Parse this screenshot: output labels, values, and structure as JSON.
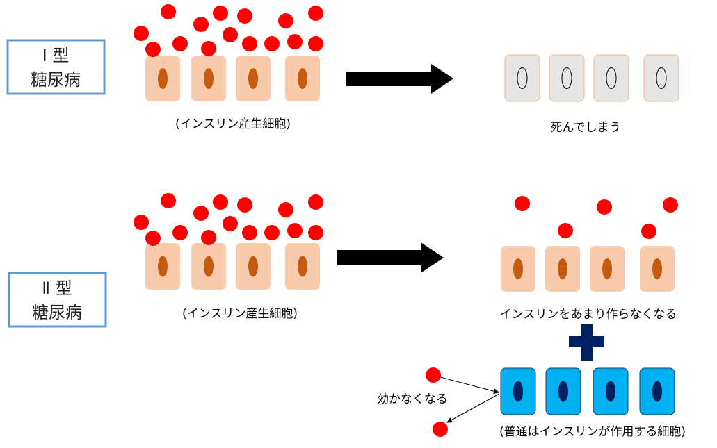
{
  "type1": {
    "title_line1": "Ⅰ 型",
    "title_line2": "糖尿病",
    "cells_label": "(インスリン産生細胞)",
    "result_label": "死んでしまう"
  },
  "type2": {
    "title_line1": "Ⅱ 型",
    "title_line2": "糖尿病",
    "cells_label": "(インスリン産生細胞)",
    "result_label": "インスリンをあまり作らなくなる",
    "ineffective_label": "効かなくなる",
    "target_cells_label": "(普通はインスリンが作用する細胞)"
  },
  "colors": {
    "insulin": "#ff0000",
    "beta_cell": "#f8cbad",
    "beta_nucleus": "#c55a11",
    "dead_cell": "#e7e6e6",
    "target_cell": "#00b0f0",
    "target_nucleus": "#002060",
    "box_border": "#5b9bd5",
    "plus": "#002060"
  }
}
